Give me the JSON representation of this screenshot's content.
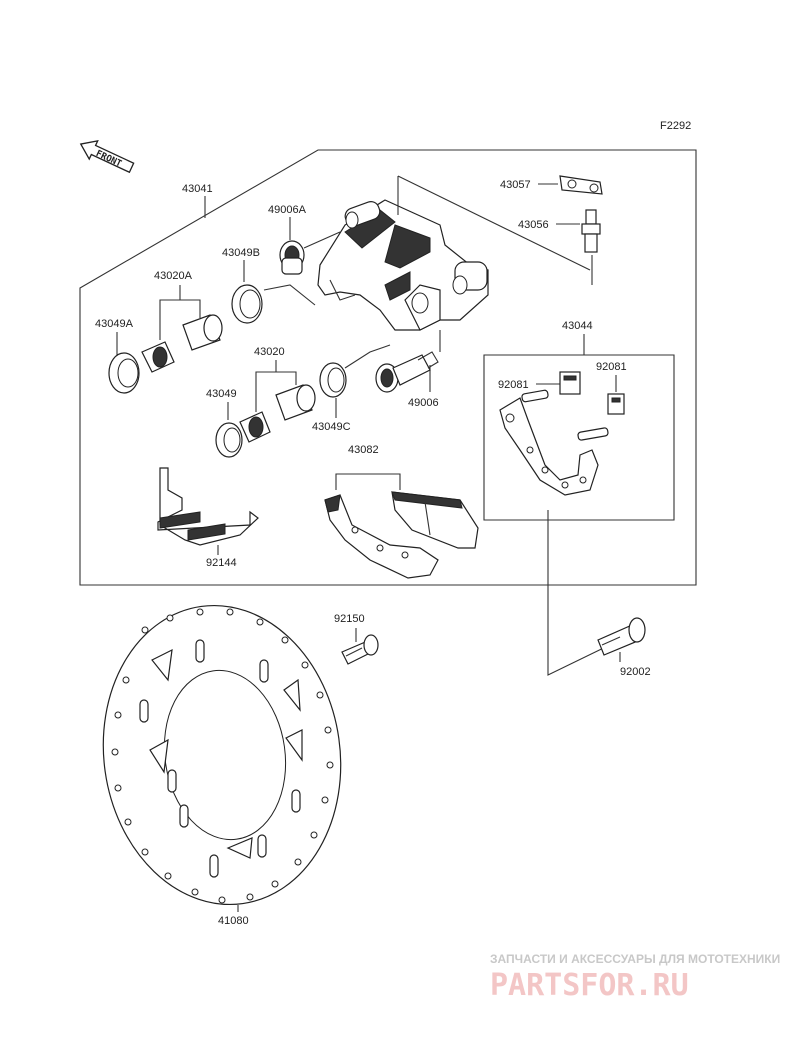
{
  "figure_code": "F2292",
  "front_arrow_label": "FRONT",
  "labels": {
    "p43041": "43041",
    "p49006A": "49006A",
    "p43057": "43057",
    "p43056": "43056",
    "p43049B": "43049B",
    "p43020A": "43020A",
    "p43049A": "43049A",
    "p43020": "43020",
    "p43049": "43049",
    "p43049C": "43049C",
    "p49006": "49006",
    "p43044": "43044",
    "p92081_left": "92081",
    "p92081_right": "92081",
    "p43082": "43082",
    "p92144": "92144",
    "p92150": "92150",
    "p92002": "92002",
    "p41080": "41080"
  },
  "watermark": {
    "tagline": "ЗАПЧАСТИ И АКСЕССУАРЫ ДЛЯ МОТОТЕХНИКИ",
    "logo": "PARTSFOR.RU"
  }
}
